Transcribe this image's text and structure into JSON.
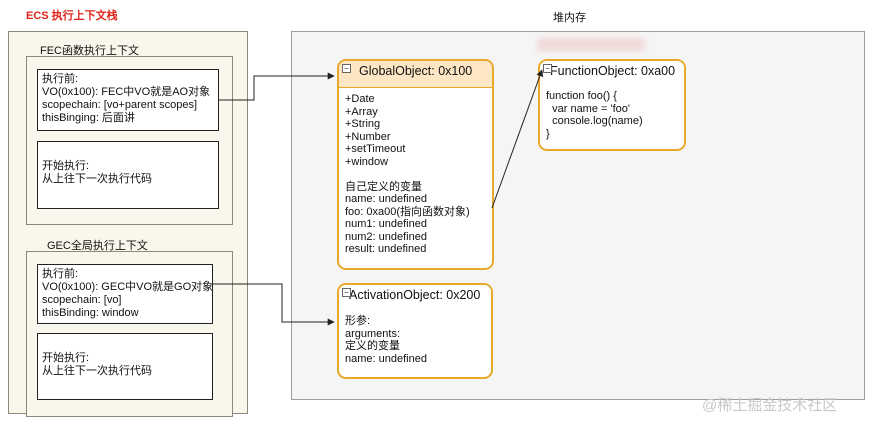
{
  "ecs_title": "ECS 执行上下文栈",
  "heap_title": "堆内存",
  "fec": {
    "title": "FEC函数执行上下文",
    "before_lines": [
      "执行前:",
      "VO(0x100): FEC中VO就是AO对象",
      "scopechain: [vo+parent scopes]",
      "thisBinging: 后面讲"
    ],
    "exec_lines": [
      "开始执行:",
      "从上往下一次执行代码"
    ]
  },
  "gec": {
    "title": "GEC全局执行上下文",
    "before_lines": [
      "执行前:",
      "VO(0x100): GEC中VO就是GO对象",
      "scopechain: [vo]",
      "thisBinding: window"
    ],
    "exec_lines": [
      "开始执行:",
      "从上往下一次执行代码"
    ]
  },
  "global_object": {
    "title": "GlobalObject: 0x100",
    "lines": [
      "+Date",
      "+Array",
      "+String",
      "+Number",
      "+setTimeout",
      "+window",
      "",
      "自己定义的变量",
      "name: undefined",
      "foo: 0xa00(指向函数对象)",
      "num1: undefined",
      "num2: undefined",
      "result: undefined"
    ]
  },
  "function_object": {
    "title": "FunctionObject: 0xa00",
    "lines": [
      "function foo() {",
      "  var name = 'foo'",
      "  console.log(name)",
      "}"
    ]
  },
  "activation_object": {
    "title": "ActivationObject: 0x200",
    "lines": [
      "形参:",
      "arguments:",
      "定义的变量",
      "name: undefined"
    ]
  },
  "watermark": "@稀土掘金技术社区",
  "colors": {
    "ecs_title": "#e0241b",
    "object_border": "#e8a92a",
    "object_header": "#fde6c4",
    "panel_bg": "#f5f5f5",
    "group_bg": "#f9f7ec"
  }
}
